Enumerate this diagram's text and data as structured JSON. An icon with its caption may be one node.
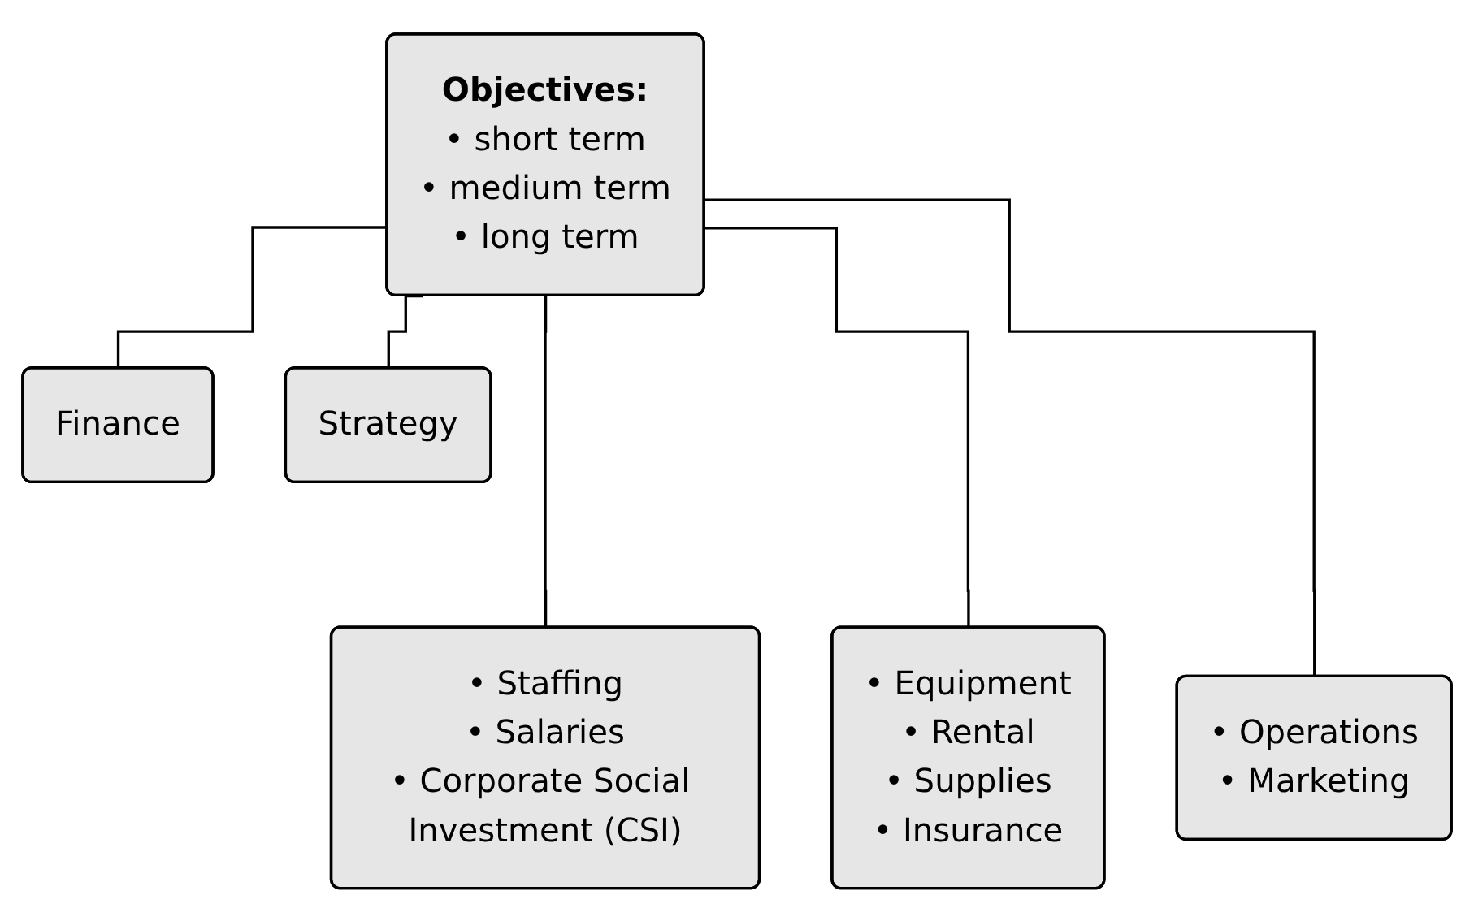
{
  "diagram": {
    "nodes": [
      {
        "text": [
          "Objectives:",
          "• short term",
          "• medium term",
          "• long term"
        ]
      },
      {
        "text": [
          "Finance"
        ]
      },
      {
        "text": [
          "Strategy"
        ]
      },
      {
        "text": [
          "• Staffing",
          "• Salaries",
          "• Corporate Social Investment (CSI)"
        ]
      },
      {
        "text": [
          "• Equipment",
          "• Rental",
          "• Supplies",
          "• Insurance"
        ]
      },
      {
        "text": [
          "• Operations",
          "• Marketing"
        ]
      }
    ],
    "edges": [
      {
        "from": 0,
        "to": 1,
        "arrow": "none"
      },
      {
        "from": 0,
        "to": 2,
        "arrow": "none"
      },
      {
        "from": 0,
        "to": 3,
        "arrow": "none"
      },
      {
        "from": 0,
        "to": 4,
        "arrow": "none"
      },
      {
        "from": 0,
        "to": 5,
        "arrow": "none"
      }
    ]
  }
}
